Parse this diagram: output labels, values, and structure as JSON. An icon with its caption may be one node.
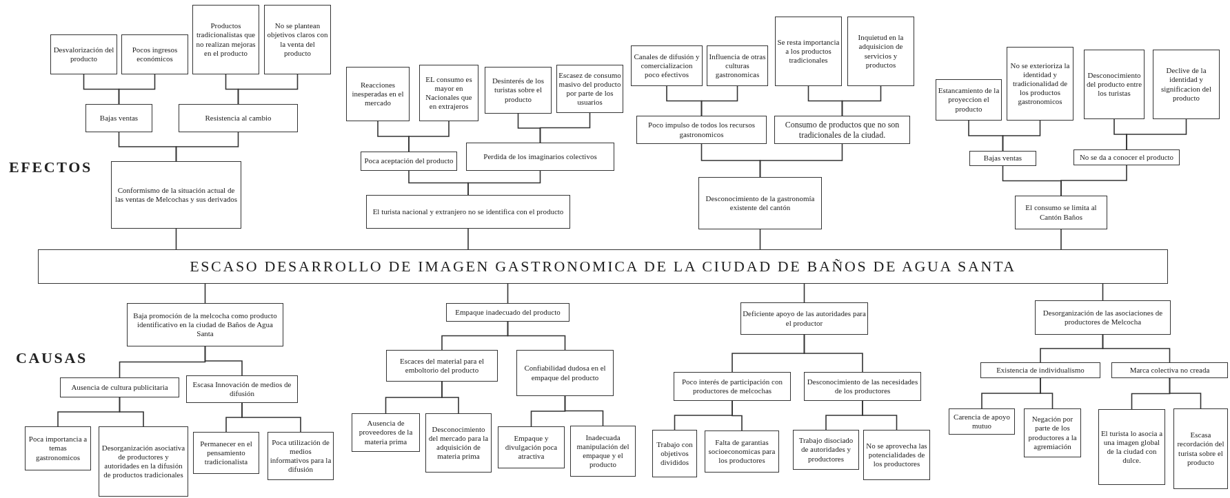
{
  "diagram": {
    "nodes": [
      {
        "text": [
          "Desvalorización del producto"
        ]
      },
      {
        "text": [
          "Pocos ingresos económicos"
        ]
      },
      {
        "text": [
          "Productos tradicionalistas que no realizan mejoras en el producto"
        ]
      },
      {
        "text": [
          "No se plantean objetivos claros con la venta del producto"
        ]
      },
      {
        "text": [
          "Bajas ventas"
        ]
      },
      {
        "text": [
          "Resistencia al cambio"
        ]
      },
      {
        "text": [
          "Conformismo de la situación actual de las ventas de Melcochas y sus derivados"
        ]
      },
      {
        "text": [
          "Reacciones inesperadas en el mercado"
        ]
      },
      {
        "text": [
          "EL consumo es mayor en Nacionales que en extrajeros"
        ]
      },
      {
        "text": [
          "Desinterés de los turistas sobre el producto"
        ]
      },
      {
        "text": [
          "Escasez de consumo masivo del producto por parte de los usuarios"
        ]
      },
      {
        "text": [
          "Poca aceptación del producto"
        ]
      },
      {
        "text": [
          "Perdida de los imaginarios colectivos"
        ]
      },
      {
        "text": [
          "El turista nacional y extranjero no se identifica con el producto"
        ]
      },
      {
        "text": [
          "Canales de difusión y comercializacion poco efectivos"
        ]
      },
      {
        "text": [
          "Influencia de otras culturas gastronomicas"
        ]
      },
      {
        "text": [
          "Se resta importancia a los productos tradicionales"
        ]
      },
      {
        "text": [
          "Inquietud en la adquisicion de servicios y productos"
        ]
      },
      {
        "text": [
          "Poco impulso de todos los recursos gastronomicos"
        ]
      },
      {
        "text": [
          "Consumo de productos que no son tradicionales de la ciudad."
        ]
      },
      {
        "text": [
          "Desconocimiento de la gastronomía existente del cantón"
        ]
      },
      {
        "text": [
          "Estancamiento de la proyeccion el producto"
        ]
      },
      {
        "text": [
          "No se exterioriza la identidad y tradicionalidad de los productos gastronomicos"
        ]
      },
      {
        "text": [
          "Desconocimiento del producto entre los turistas"
        ]
      },
      {
        "text": [
          "Declive de la identidad y significacion del producto"
        ]
      },
      {
        "text": [
          "Bajas ventas"
        ]
      },
      {
        "text": [
          "No se da a conocer el producto"
        ]
      },
      {
        "text": [
          "El consumo se limita al Cantón Baños"
        ]
      },
      {
        "text": [
          "ESCASO DESARROLLO DE IMAGEN GASTRONOMICA DE LA CIUDAD DE BAÑOS DE AGUA SANTA"
        ]
      },
      {
        "text": [
          "Baja promoción de la melcocha como producto identificativo en la ciudad de Baños de Agua Santa"
        ]
      },
      {
        "text": [
          "Ausencia de cultura publicitaria"
        ]
      },
      {
        "text": [
          "Escasa Innovación de medios de difusión"
        ]
      },
      {
        "text": [
          "Poca importancia a temas gastronomicos"
        ]
      },
      {
        "text": [
          "Desorganización asociativa de productores y autoridades en la difusión de productos tradicionales"
        ]
      },
      {
        "text": [
          "Permanecer en el pensamiento tradicionalista"
        ]
      },
      {
        "text": [
          "Poca utilización de medios informativos para la difusión"
        ]
      },
      {
        "text": [
          "Empaque inadecuado del producto"
        ]
      },
      {
        "text": [
          "Escaces del material para el emboltorio del producto"
        ]
      },
      {
        "text": [
          "Confiabilidad dudosa en el empaque del producto"
        ]
      },
      {
        "text": [
          "Ausencia de proveedores de la materia prima"
        ]
      },
      {
        "text": [
          "Desconocimiento del mercado para la adquisición de materia prima"
        ]
      },
      {
        "text": [
          "Empaque y divulgación poca atractiva"
        ]
      },
      {
        "text": [
          "Inadecuada manipulación del empaque y el producto"
        ]
      },
      {
        "text": [
          "Deficiente apoyo de las autoridades para el productor"
        ]
      },
      {
        "text": [
          "Poco interés de participación con productores de melcochas"
        ]
      },
      {
        "text": [
          "Desconocimiento de las necesidades de los productores"
        ]
      },
      {
        "text": [
          "Trabajo con objetivos divididos"
        ]
      },
      {
        "text": [
          "Falta de garantias socioeconomicas para los productores"
        ]
      },
      {
        "text": [
          "Trabajo disociado de autoridades y productores"
        ]
      },
      {
        "text": [
          "No se aprovecha las potencialidades de los productores"
        ]
      },
      {
        "text": [
          "Desorganización de las asociaciones de productores de Melcocha"
        ]
      },
      {
        "text": [
          "Existencia de individualismo"
        ]
      },
      {
        "text": [
          "Marca colectiva no creada"
        ]
      },
      {
        "text": [
          "Carencia de apoyo mutuo"
        ]
      },
      {
        "text": [
          "Negación por parte de los productores a la agremiación"
        ]
      },
      {
        "text": [
          "El turista lo asocia a una imagen global de la ciudad con dulce."
        ]
      },
      {
        "text": [
          "Escasa recordación del turista sobre el producto"
        ]
      }
    ],
    "edges": [
      {
        "from": 0,
        "to": 4,
        "arrow": "none"
      },
      {
        "from": 1,
        "to": 4,
        "arrow": "none"
      },
      {
        "from": 2,
        "to": 5,
        "arrow": "none"
      },
      {
        "from": 3,
        "to": 5,
        "arrow": "none"
      },
      {
        "from": 4,
        "to": 6,
        "arrow": "none"
      },
      {
        "from": 5,
        "to": 6,
        "arrow": "none"
      },
      {
        "from": 6,
        "to": 28,
        "arrow": "none"
      },
      {
        "from": 7,
        "to": 11,
        "arrow": "none"
      },
      {
        "from": 8,
        "to": 11,
        "arrow": "none"
      },
      {
        "from": 9,
        "to": 12,
        "arrow": "none"
      },
      {
        "from": 10,
        "to": 12,
        "arrow": "none"
      },
      {
        "from": 11,
        "to": 13,
        "arrow": "none"
      },
      {
        "from": 12,
        "to": 13,
        "arrow": "none"
      },
      {
        "from": 13,
        "to": 28,
        "arrow": "none"
      },
      {
        "from": 14,
        "to": 18,
        "arrow": "none"
      },
      {
        "from": 15,
        "to": 18,
        "arrow": "none"
      },
      {
        "from": 16,
        "to": 19,
        "arrow": "none"
      },
      {
        "from": 17,
        "to": 19,
        "arrow": "none"
      },
      {
        "from": 18,
        "to": 20,
        "arrow": "none"
      },
      {
        "from": 19,
        "to": 20,
        "arrow": "none"
      },
      {
        "from": 20,
        "to": 28,
        "arrow": "none"
      },
      {
        "from": 21,
        "to": 25,
        "arrow": "none"
      },
      {
        "from": 22,
        "to": 25,
        "arrow": "none"
      },
      {
        "from": 23,
        "to": 26,
        "arrow": "none"
      },
      {
        "from": 24,
        "to": 26,
        "arrow": "none"
      },
      {
        "from": 25,
        "to": 27,
        "arrow": "none"
      },
      {
        "from": 26,
        "to": 27,
        "arrow": "none"
      },
      {
        "from": 27,
        "to": 28,
        "arrow": "none"
      },
      {
        "from": 28,
        "to": 29,
        "arrow": "none"
      },
      {
        "from": 28,
        "to": 36,
        "arrow": "none"
      },
      {
        "from": 28,
        "to": 43,
        "arrow": "none"
      },
      {
        "from": 28,
        "to": 50,
        "arrow": "none"
      },
      {
        "from": 29,
        "to": 30,
        "arrow": "none"
      },
      {
        "from": 29,
        "to": 31,
        "arrow": "none"
      },
      {
        "from": 30,
        "to": 32,
        "arrow": "none"
      },
      {
        "from": 30,
        "to": 33,
        "arrow": "none"
      },
      {
        "from": 31,
        "to": 34,
        "arrow": "none"
      },
      {
        "from": 31,
        "to": 35,
        "arrow": "none"
      },
      {
        "from": 36,
        "to": 37,
        "arrow": "none"
      },
      {
        "from": 36,
        "to": 38,
        "arrow": "none"
      },
      {
        "from": 37,
        "to": 39,
        "arrow": "none"
      },
      {
        "from": 37,
        "to": 40,
        "arrow": "none"
      },
      {
        "from": 38,
        "to": 41,
        "arrow": "none"
      },
      {
        "from": 38,
        "to": 42,
        "arrow": "none"
      },
      {
        "from": 43,
        "to": 44,
        "arrow": "none"
      },
      {
        "from": 43,
        "to": 45,
        "arrow": "none"
      },
      {
        "from": 44,
        "to": 46,
        "arrow": "none"
      },
      {
        "from": 44,
        "to": 47,
        "arrow": "none"
      },
      {
        "from": 45,
        "to": 48,
        "arrow": "none"
      },
      {
        "from": 45,
        "to": 49,
        "arrow": "none"
      },
      {
        "from": 50,
        "to": 51,
        "arrow": "none"
      },
      {
        "from": 50,
        "to": 52,
        "arrow": "none"
      },
      {
        "from": 51,
        "to": 53,
        "arrow": "none"
      },
      {
        "from": 51,
        "to": 54,
        "arrow": "none"
      },
      {
        "from": 52,
        "to": 55,
        "arrow": "none"
      },
      {
        "from": 52,
        "to": 56,
        "arrow": "none"
      }
    ],
    "labels": [
      "EFECTOS",
      "CAUSAS"
    ]
  }
}
